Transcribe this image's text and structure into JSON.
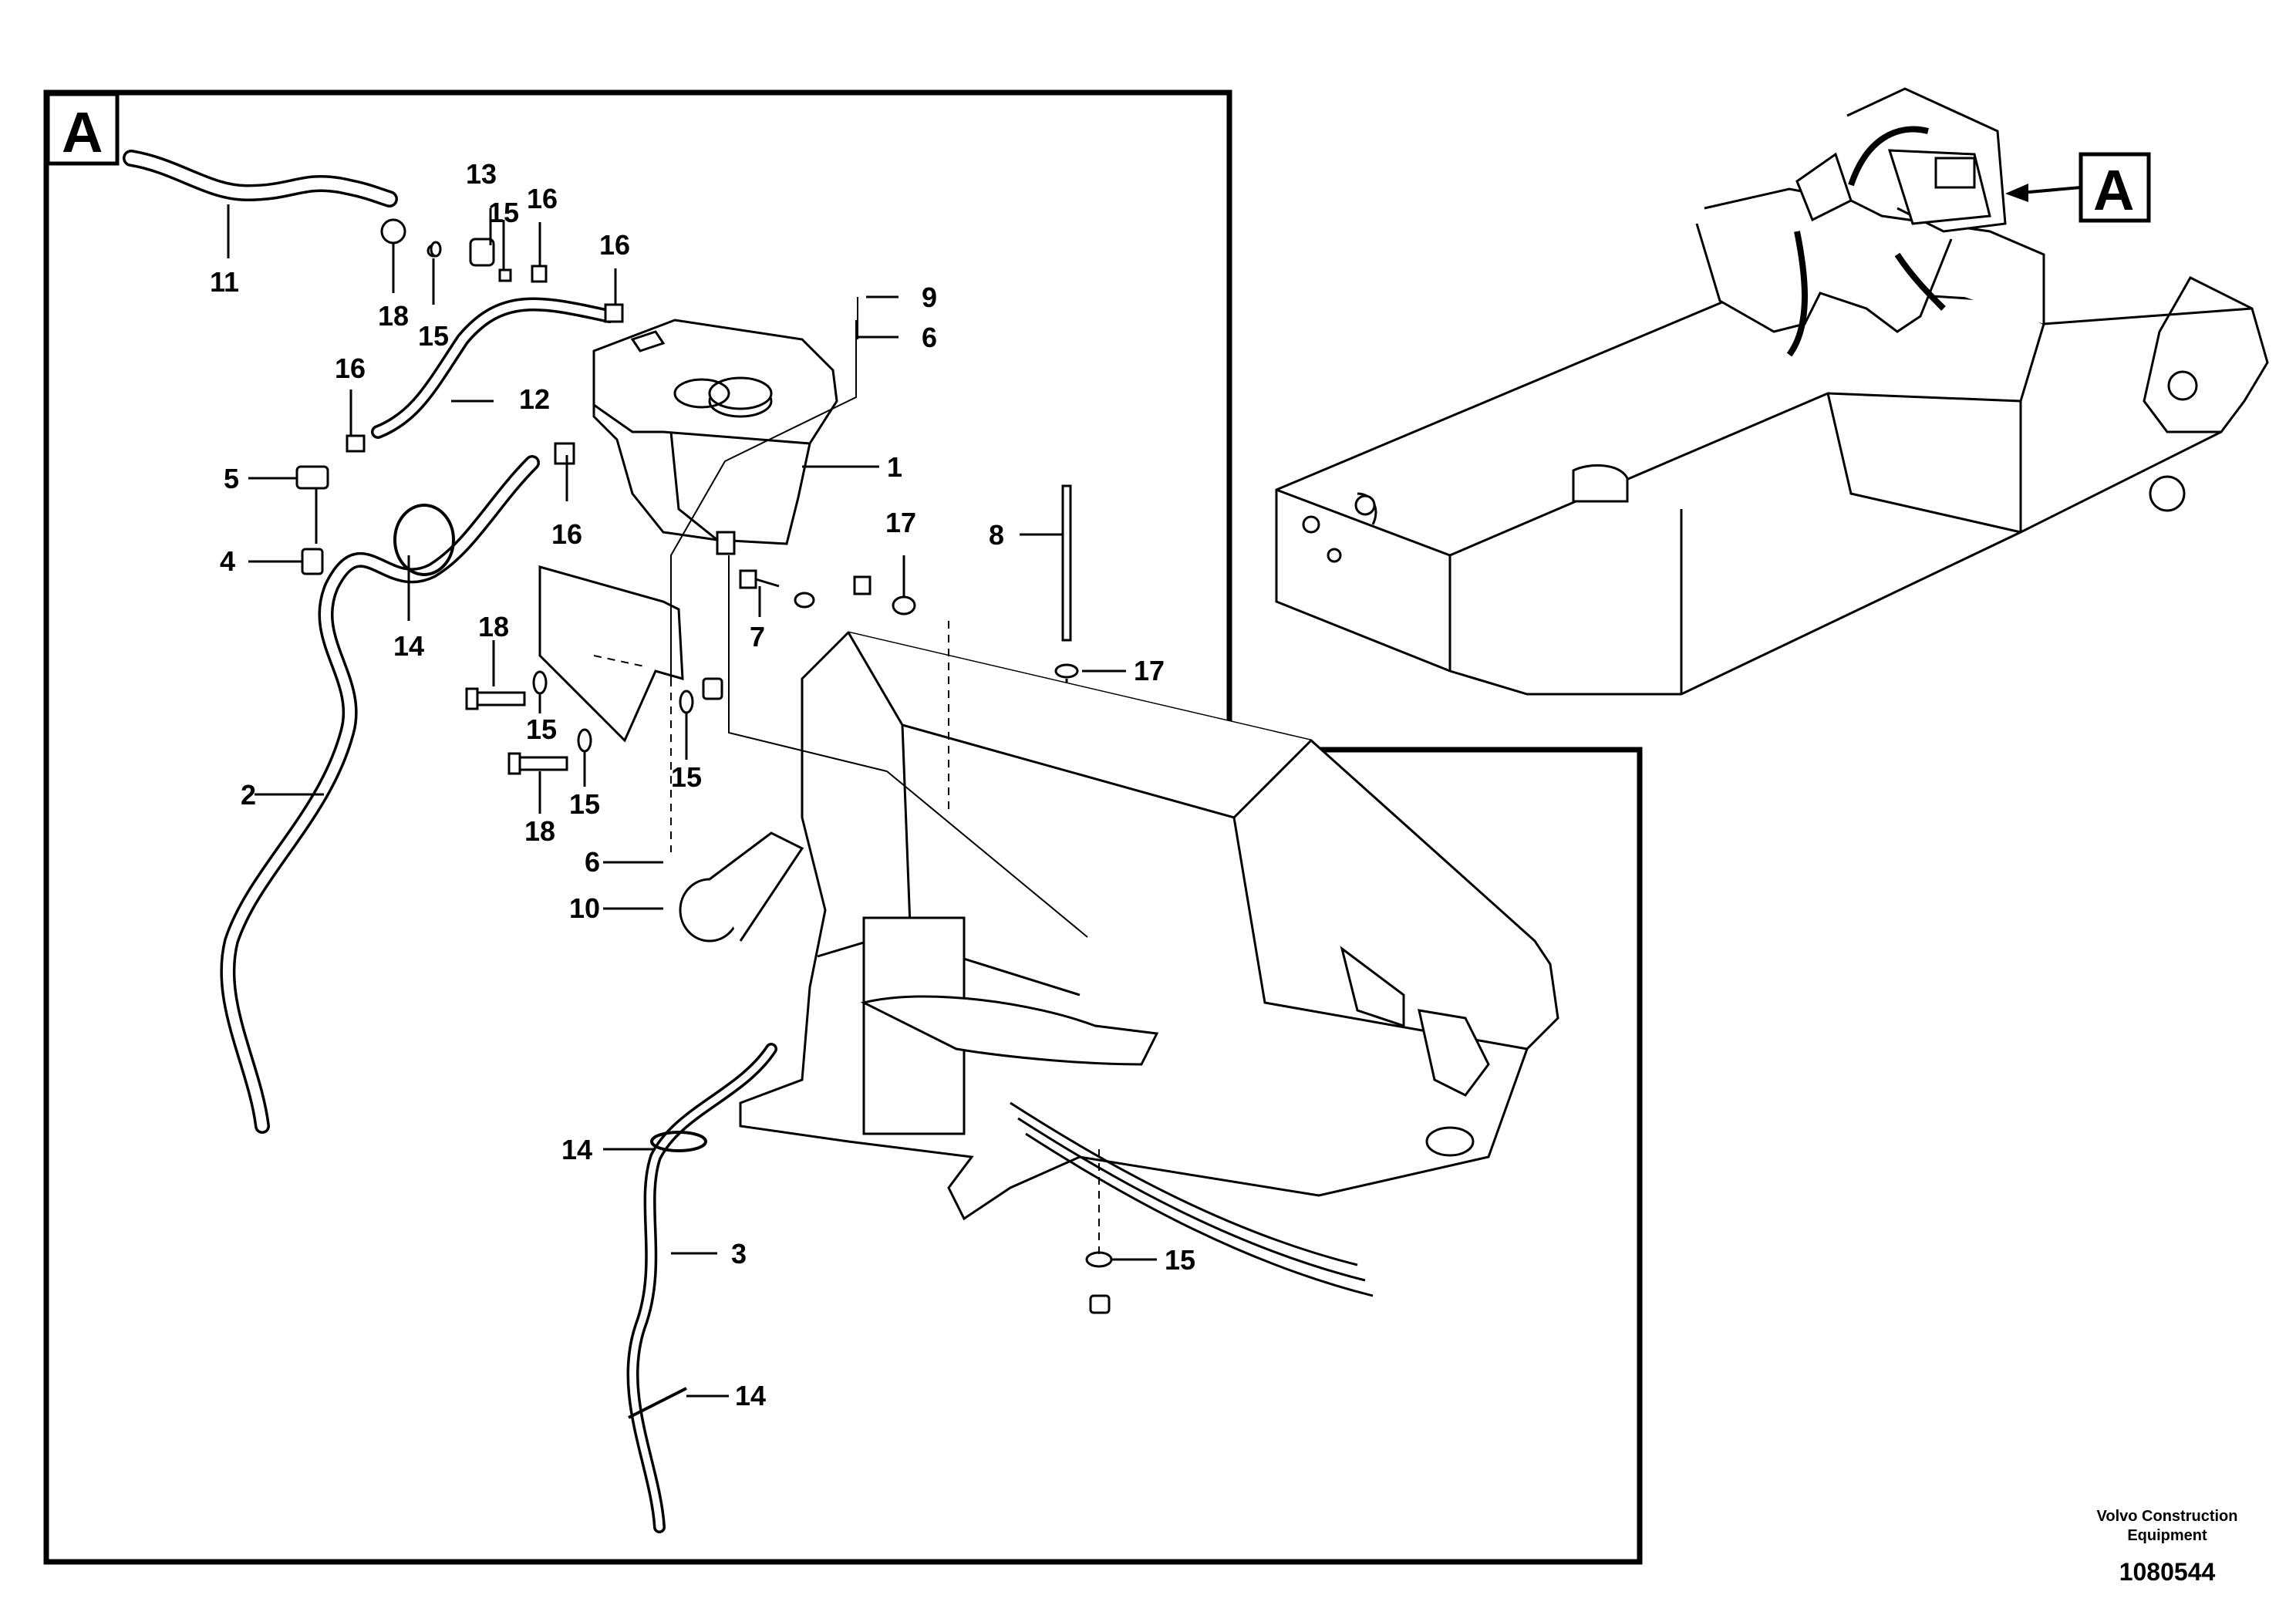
{
  "view_label": "A",
  "callouts": {
    "c1": "1",
    "c2": "2",
    "c3": "3",
    "c4": "4",
    "c5": "5",
    "c6a": "6",
    "c6b": "6",
    "c7": "7",
    "c8": "8",
    "c9": "9",
    "c10": "10",
    "c11": "11",
    "c12": "12",
    "c13": "13",
    "c14a": "14",
    "c14b": "14",
    "c14c": "14",
    "c15a": "15",
    "c15b": "15",
    "c15c": "15",
    "c15d": "15",
    "c15e": "15",
    "c15f": "15",
    "c16a": "16",
    "c16b": "16",
    "c16c": "16",
    "c16d": "16",
    "c17a": "17",
    "c17b": "17",
    "c18a": "18",
    "c18b": "18",
    "c18c": "18"
  },
  "footer": {
    "brand_line1": "Volvo Construction",
    "brand_line2": "Equipment",
    "doc_id": "1080544"
  },
  "colors": {
    "ink": "#000000",
    "paper": "#ffffff",
    "hose": "#000000"
  }
}
